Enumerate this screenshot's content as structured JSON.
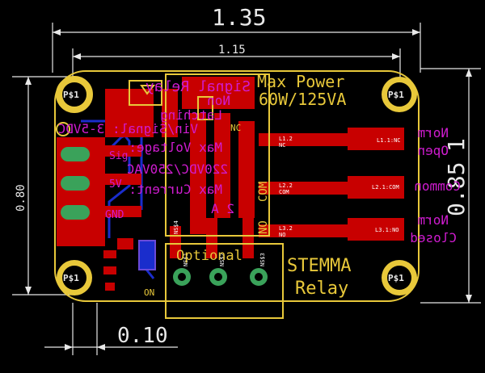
{
  "dimensions": {
    "width_outer": "1.35",
    "width_inner": "1.15",
    "height_outer": "0.85",
    "height_outer_suffix": "1",
    "height_inner": "0.80",
    "offset": "0.10"
  },
  "mounting_holes": [
    "P$1",
    "P$1",
    "P$1",
    "P$1"
  ],
  "silkscreen": {
    "max_power_line1": "Max Power",
    "max_power_line2": "60W/125VA",
    "stemma": "STEMMA",
    "relay": "Relay",
    "optional": "Optional",
    "on": "ON",
    "nc": "NC",
    "com": "COM",
    "no": "NO"
  },
  "mirrored_notes": {
    "line1": "Signal Relay",
    "line2": "Non",
    "line3": "Latching",
    "line4": "Vin/Signal: 3-5VDC",
    "line5": "Max Voltage:",
    "line6": "220VDC/250VAC",
    "line7": "Max Current:",
    "line8": "2 A"
  },
  "terminal_labels": {
    "norm_open_1": "Norm",
    "norm_open_2": "Open",
    "common": "Common",
    "norm_closed_1": "Norm",
    "norm_closed_2": "Closed"
  },
  "left_header": {
    "sig": "Sig",
    "vin": "5V",
    "gnd": "GND"
  },
  "terminal_small": {
    "t1_top": "L1.2",
    "t1_bot": "NC",
    "t1_right": "L1.1:NC",
    "t2_top": "L2.2",
    "t2_bot": "COM",
    "t2_right": "L2.1:COM",
    "t3_top": "L3.2",
    "t3_bot": "NO",
    "t3_right": "L3.1:NO"
  },
  "bottom_pins": {
    "ns1": "NS$1",
    "ns2": "NS$2",
    "ns3": "NS$3",
    "ns4": "NS$4"
  },
  "colors": {
    "background": "#000000",
    "dimension": "#e8e8e8",
    "silkscreen": "#e8c83a",
    "top_copper": "#c80000",
    "bottom_copper": "#1a2dcc",
    "pad": "#3aa25a",
    "mirrored_text": "#d01cd0"
  }
}
